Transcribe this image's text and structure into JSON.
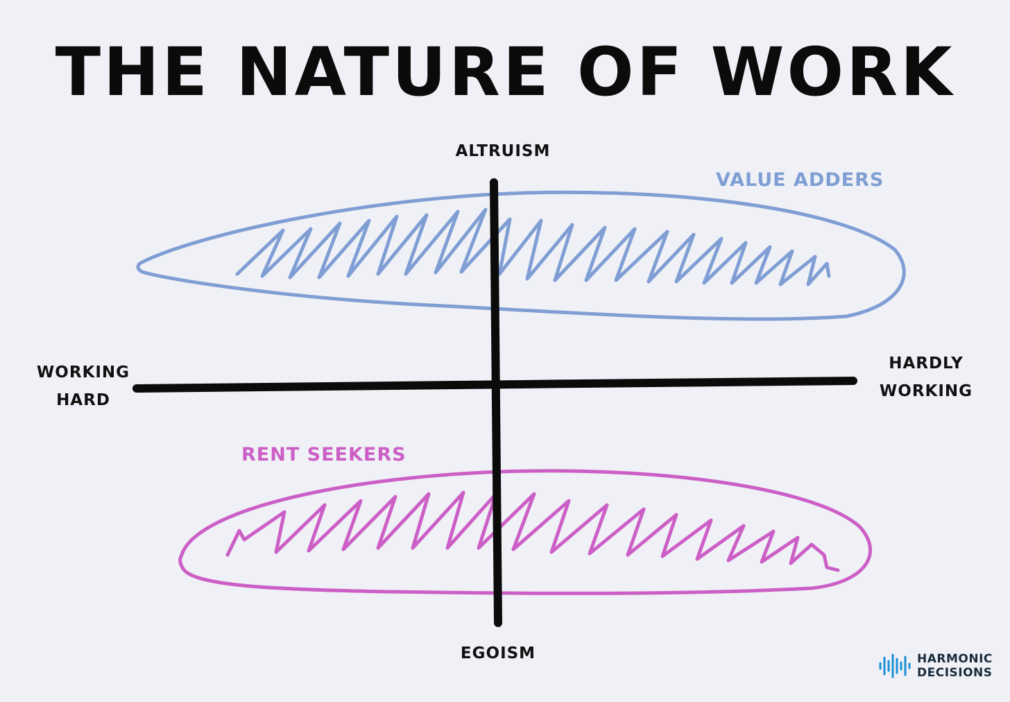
{
  "title": "THE NATURE OF WORK",
  "axes": {
    "top": "ALTRUISM",
    "bottom": "EGOISM",
    "left": [
      "WORKING",
      "HARD"
    ],
    "right": [
      "HARDLY",
      "WORKING"
    ]
  },
  "regions": {
    "upper": {
      "label": "VALUE ADDERS",
      "color": "#7f9ed4"
    },
    "lower": {
      "label": "RENT SEEKERS",
      "color": "#cc5fc6"
    }
  },
  "logo": {
    "line1": "HARMONIC",
    "line2": "DECISIONS",
    "icon": "soundwave-icon",
    "color": "#1b8fd6"
  },
  "axis_color": "#0b0b0b",
  "background": "#f0f1f6"
}
